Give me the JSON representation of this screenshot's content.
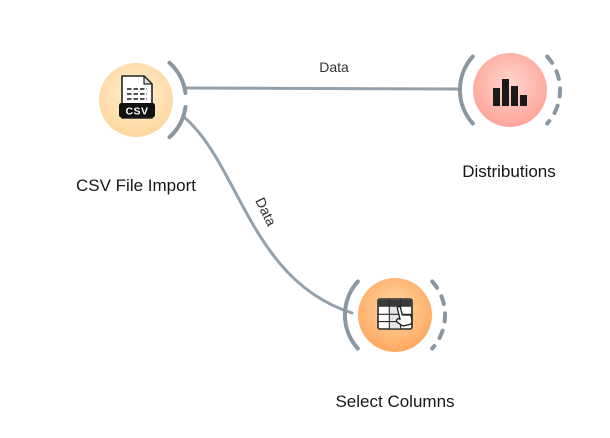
{
  "app": {
    "name": "workflow-canvas"
  },
  "nodes": [
    {
      "id": "csv-file-import",
      "label": "CSV File Import",
      "icon": "csv-file-icon",
      "icon_badge": "CSV",
      "color_inner": "#FFF0D4",
      "color_outer": "#FFD296"
    },
    {
      "id": "distributions",
      "label": "Distributions",
      "icon": "bar-chart-icon",
      "color_inner": "#FFD6CF",
      "color_outer": "#FF9B8F"
    },
    {
      "id": "select-columns",
      "label": "Select Columns",
      "icon": "table-select-icon",
      "color_inner": "#FFD9A8",
      "color_outer": "#FFA052"
    }
  ],
  "links": [
    {
      "from": "csv-file-import",
      "to": "distributions",
      "label": "Data"
    },
    {
      "from": "csv-file-import",
      "to": "select-columns",
      "label": "Data"
    }
  ],
  "colors": {
    "link": "#94A1AB",
    "connector": "#8A97A1",
    "text": "#161616",
    "link_label": "#333333",
    "icon_dark": "#1A1A1A"
  }
}
